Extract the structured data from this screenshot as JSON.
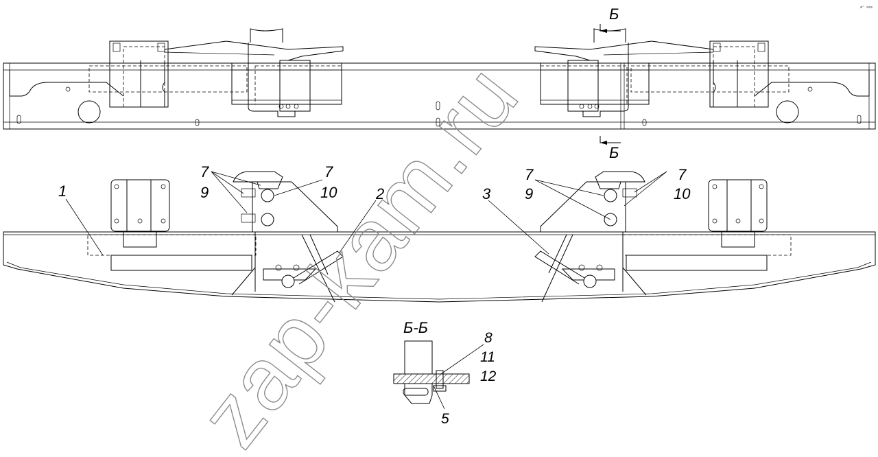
{
  "labels": {
    "l1": "1",
    "l2": "2",
    "l3": "3",
    "l7a": "7",
    "l9a": "9",
    "l7b": "7",
    "l10a": "10",
    "l7c": "7",
    "l9b": "9",
    "l7d": "7",
    "l10b": "10",
    "l8": "8",
    "l11": "11",
    "l12": "12",
    "l5": "5"
  },
  "section": {
    "marker_top": "Б",
    "marker_bottom": "Б",
    "view_title": "Б-Б"
  },
  "watermark": "zap-kam.ru",
  "corner_mark": "аⁿ ≡≡≡"
}
